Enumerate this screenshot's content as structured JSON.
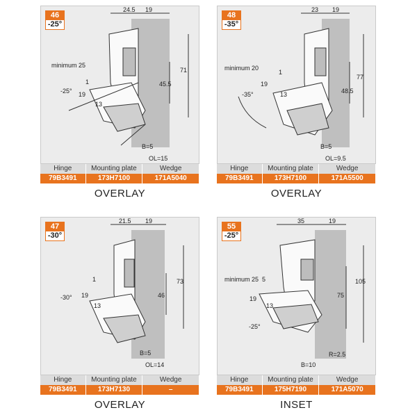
{
  "panels": [
    {
      "number": "46",
      "angle": "-25°",
      "dims": {
        "top_a": "24.5",
        "top_b": "19",
        "h1": "71",
        "h2": "45.5",
        "v1": "1",
        "v2": "19",
        "v3": "13",
        "ang": "-25°",
        "b": "B=5",
        "ol": "OL=15",
        "screw": "minimum 25"
      },
      "headers": [
        "Hinge",
        "Mounting plate",
        "Wedge"
      ],
      "values": [
        "79B3491",
        "173H7100",
        "171A5040"
      ],
      "caption": "OVERLAY"
    },
    {
      "number": "48",
      "angle": "-35°",
      "dims": {
        "top_a": "23",
        "top_b": "19",
        "h1": "77",
        "h2": "48.5",
        "v1": "1",
        "v2": "19",
        "v3": "13",
        "ang": "-35°",
        "b": "B=5",
        "ol": "OL=9.5",
        "screw": "minimum 20"
      },
      "headers": [
        "Hinge",
        "Mounting plate",
        "Wedge"
      ],
      "values": [
        "79B3491",
        "173H7100",
        "171A5500"
      ],
      "caption": "OVERLAY"
    },
    {
      "number": "47",
      "angle": "-30°",
      "dims": {
        "top_a": "21.5",
        "top_b": "19",
        "h1": "73",
        "h2": "46",
        "v1": "1",
        "v2": "19",
        "v3": "13",
        "ang": "-30°",
        "b": "B=5",
        "ol": "OL=14",
        "screw": ""
      },
      "headers": [
        "Hinge",
        "Mounting plate",
        "Wedge"
      ],
      "values": [
        "79B3491",
        "173H7130",
        "–"
      ],
      "caption": "OVERLAY"
    },
    {
      "number": "55",
      "angle": "-25°",
      "dims": {
        "top_a": "35",
        "top_b": "19",
        "h1": "105",
        "h2": "75",
        "v1": "5",
        "v2": "19",
        "v3": "13",
        "ang": "-25°",
        "b": "B=10",
        "ol": "R=2.5",
        "screw": "minimum 25"
      },
      "headers": [
        "Hinge",
        "Mounting plate",
        "Wedge"
      ],
      "values": [
        "79B3491",
        "175H7190",
        "171A5070"
      ],
      "caption": "INSET"
    }
  ]
}
